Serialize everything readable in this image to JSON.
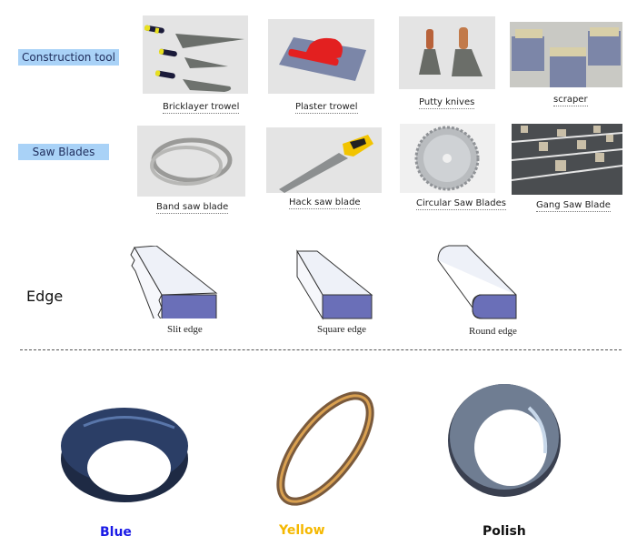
{
  "sections": {
    "construction": {
      "label": "Construction tool",
      "items": [
        {
          "caption": "Bricklayer trowel",
          "icon": "bricklayer-trowel-image"
        },
        {
          "caption": "Plaster trowel",
          "icon": "plaster-trowel-image"
        },
        {
          "caption": "Putty knives",
          "icon": "putty-knives-image"
        },
        {
          "caption": "scraper",
          "icon": "scraper-image"
        }
      ]
    },
    "saw_blades": {
      "label": "Saw Blades",
      "items": [
        {
          "caption": "Band saw blade",
          "icon": "band-saw-blade-image"
        },
        {
          "caption": "Hack saw blade",
          "icon": "hack-saw-blade-image"
        },
        {
          "caption": "Circular Saw Blades",
          "icon": "circular-saw-blade-image"
        },
        {
          "caption": "Gang Saw Blade",
          "icon": "gang-saw-blade-image"
        }
      ]
    },
    "edge": {
      "label": "Edge",
      "items": [
        {
          "caption": "Slit edge"
        },
        {
          "caption": "Square edge"
        },
        {
          "caption": "Round edge"
        }
      ],
      "face_color": "#6a6fb8",
      "top_color": "#eef1f8"
    },
    "finishes": {
      "items": [
        {
          "caption": "Blue",
          "color": "#1a1ae6"
        },
        {
          "caption": "Yellow",
          "color": "#f5b800"
        },
        {
          "caption": "Polish",
          "color": "#111111"
        }
      ]
    }
  }
}
